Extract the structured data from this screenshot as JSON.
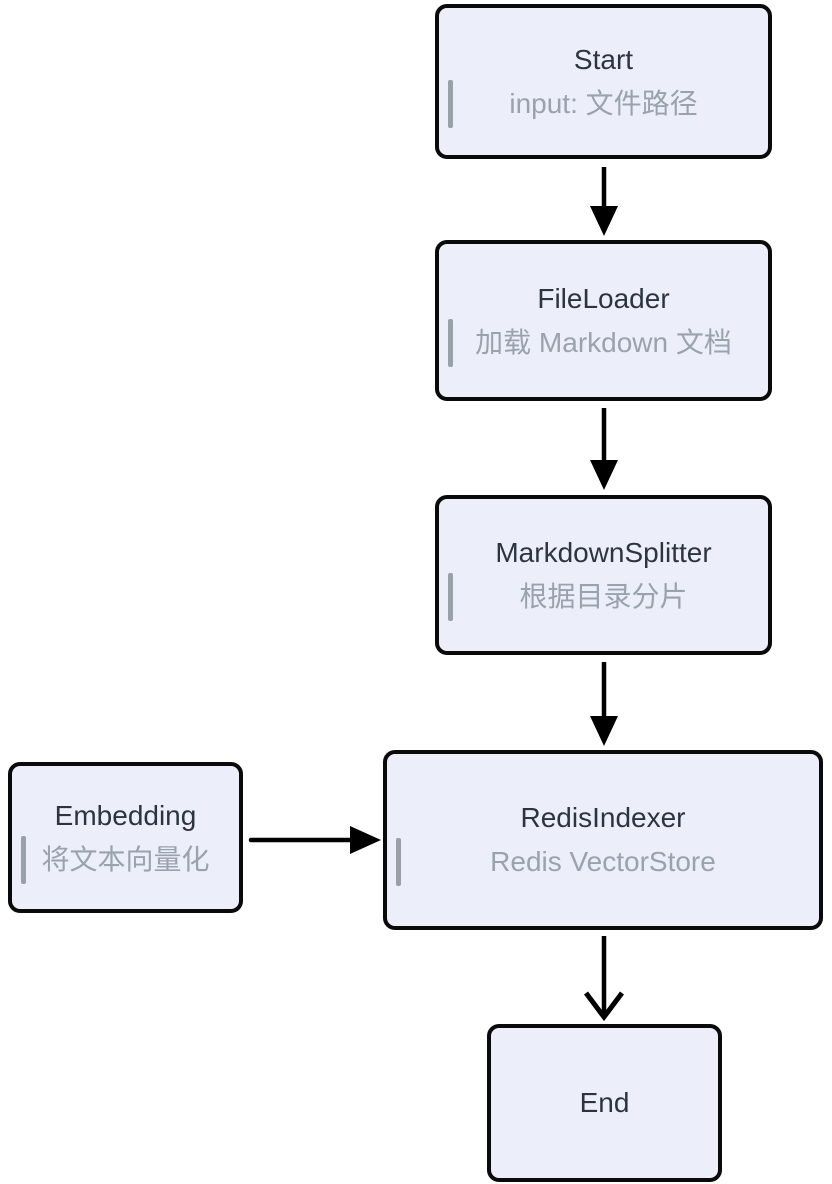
{
  "diagram": {
    "type": "flowchart",
    "direction": "top-down",
    "nodes": [
      {
        "id": "start",
        "title": "Start",
        "subtitle": "input: 文件路径"
      },
      {
        "id": "fileloader",
        "title": "FileLoader",
        "subtitle": "加载 Markdown 文档"
      },
      {
        "id": "markdownsplitter",
        "title": "MarkdownSplitter",
        "subtitle": "根据目录分片"
      },
      {
        "id": "embedding",
        "title": "Embedding",
        "subtitle": "将文本向量化"
      },
      {
        "id": "redisindexer",
        "title": "RedisIndexer",
        "subtitle": "Redis VectorStore"
      },
      {
        "id": "end",
        "title": "End"
      }
    ],
    "edges": [
      {
        "from": "Start",
        "to": "FileLoader",
        "head": "solid-triangle"
      },
      {
        "from": "FileLoader",
        "to": "MarkdownSplitter",
        "head": "solid-triangle"
      },
      {
        "from": "MarkdownSplitter",
        "to": "RedisIndexer",
        "head": "solid-triangle"
      },
      {
        "from": "Embedding",
        "to": "RedisIndexer",
        "head": "solid-triangle"
      },
      {
        "from": "RedisIndexer",
        "to": "End",
        "head": "open-chevron"
      }
    ],
    "colors": {
      "node_fill": "#ECEFF9",
      "node_border": "#0A0A0A",
      "title_text": "#2D3440",
      "subtitle_text": "#9AA2AE",
      "blockquote_bar": "#9AA0A8",
      "arrow": "#000000",
      "background": "#FFFFFF"
    }
  }
}
